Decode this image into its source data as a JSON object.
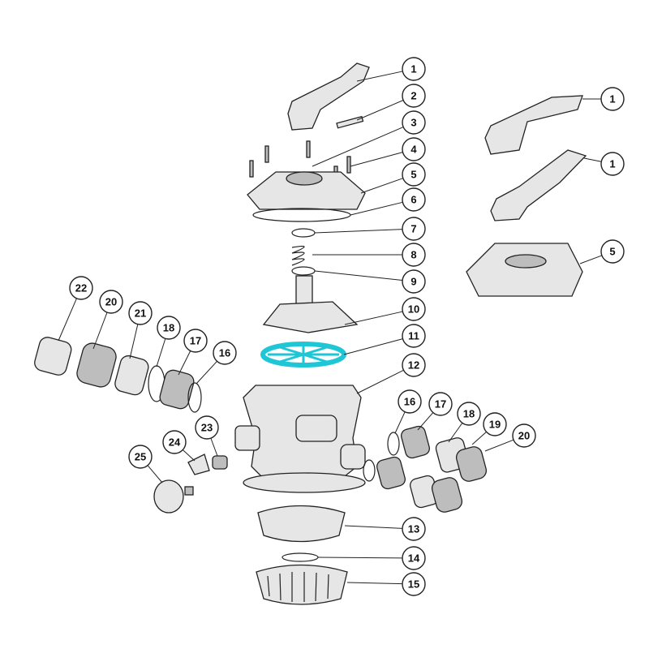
{
  "diagram": {
    "highlight_color": "#1fc6d6",
    "highlighted_part": "11",
    "callouts": [
      {
        "label": "1"
      },
      {
        "label": "2"
      },
      {
        "label": "3"
      },
      {
        "label": "4"
      },
      {
        "label": "5"
      },
      {
        "label": "6"
      },
      {
        "label": "7"
      },
      {
        "label": "8"
      },
      {
        "label": "9"
      },
      {
        "label": "10"
      },
      {
        "label": "11"
      },
      {
        "label": "12"
      },
      {
        "label": "13"
      },
      {
        "label": "14"
      },
      {
        "label": "15"
      },
      {
        "label": "1"
      },
      {
        "label": "1"
      },
      {
        "label": "5"
      },
      {
        "label": "22"
      },
      {
        "label": "20"
      },
      {
        "label": "21"
      },
      {
        "label": "18"
      },
      {
        "label": "17"
      },
      {
        "label": "16"
      },
      {
        "label": "23"
      },
      {
        "label": "24"
      },
      {
        "label": "25"
      },
      {
        "label": "16"
      },
      {
        "label": "17"
      },
      {
        "label": "18"
      },
      {
        "label": "19"
      },
      {
        "label": "20"
      }
    ]
  }
}
